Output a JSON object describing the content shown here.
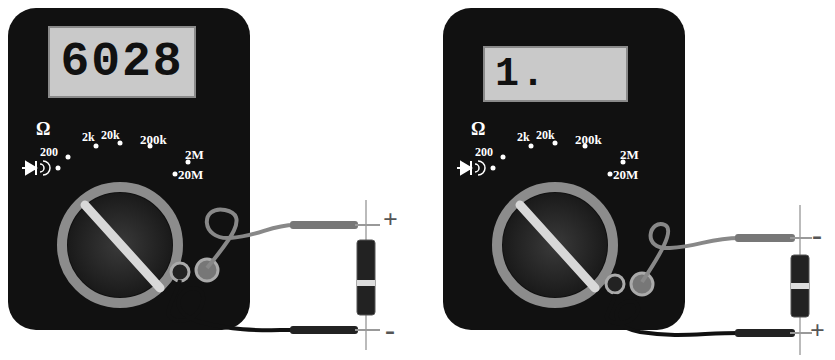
{
  "diagram": {
    "nodes": [
      {
        "text": [
          "6028"
        ]
      },
      {
        "text": [
          "1."
        ]
      }
    ],
    "labels": [
      "Ω",
      "200",
      "2k",
      "20k",
      "200k",
      "2M",
      "20M",
      "+",
      "-",
      "Ω",
      "200",
      "2k",
      "20k",
      "200k",
      "2M",
      "20M",
      "-",
      "+"
    ]
  }
}
